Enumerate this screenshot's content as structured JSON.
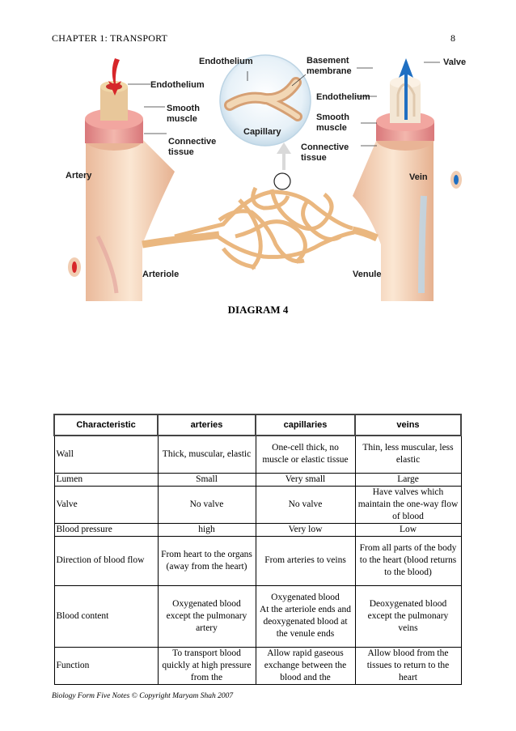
{
  "header": {
    "chapter": "CHAPTER 1: TRANSPORT",
    "page_number": "8"
  },
  "diagram": {
    "labels": {
      "endothelium_top": "Endothelium",
      "basement_line1": "Basement",
      "basement_line2": "membrane",
      "valve": "Valve",
      "endothelium_left": "Endothelium",
      "smooth_left_1": "Smooth",
      "smooth_left_2": "muscle",
      "connective_left_1": "Connective",
      "connective_left_2": "tissue",
      "endothelium_right": "Endothelium",
      "smooth_right_1": "Smooth",
      "smooth_right_2": "muscle",
      "connective_right_1": "Connective",
      "connective_right_2": "tissue",
      "capillary": "Capillary",
      "artery": "Artery",
      "vein": "Vein",
      "arteriole": "Arteriole",
      "venule": "Venule"
    },
    "caption": "DIAGRAM 4"
  },
  "table": {
    "headers": [
      "Characteristic",
      "arteries",
      "capillaries",
      "veins"
    ],
    "rows": [
      {
        "c": "Wall",
        "a": "Thick, muscular, elastic",
        "cap": "One-cell thick, no muscle or elastic tissue",
        "v": "Thin, less muscular, less elastic"
      },
      {
        "c": "Lumen",
        "a": "Small",
        "cap": "Very small",
        "v": "Large"
      },
      {
        "c": "Valve",
        "a": "No valve",
        "cap": "No valve",
        "v": "Have valves which maintain the one-way flow of blood"
      },
      {
        "c": "Blood pressure",
        "a": "high",
        "cap": "Very low",
        "v": "Low"
      },
      {
        "c": "Direction of blood flow",
        "a": "From heart to the organs",
        "a2": "(away from the heart)",
        "cap": "From arteries to veins",
        "v": "From all parts of the body to the heart (blood returns to the blood)"
      },
      {
        "c": "Blood content",
        "a": "Oxygenated blood except the pulmonary artery",
        "cap": "Oxygenated blood",
        "cap2": "At the arteriole ends and deoxygenated blood at the venule ends",
        "v": "Deoxygenated blood except the pulmonary veins"
      },
      {
        "c": "Function",
        "a": "To transport blood quickly at high pressure from the",
        "cap": "Allow rapid gaseous exchange between the blood and the",
        "v": "Allow blood from the tissues to return to the heart"
      }
    ]
  },
  "footer": "Biology Form Five Notes © Copyright Maryam Shah 2007",
  "colors": {
    "artery_red": "#d7262a",
    "vein_blue": "#1f6fc2",
    "tissue": "#f4dcc6",
    "muscle": "#e99a95",
    "capillary": "#f0c58e"
  }
}
